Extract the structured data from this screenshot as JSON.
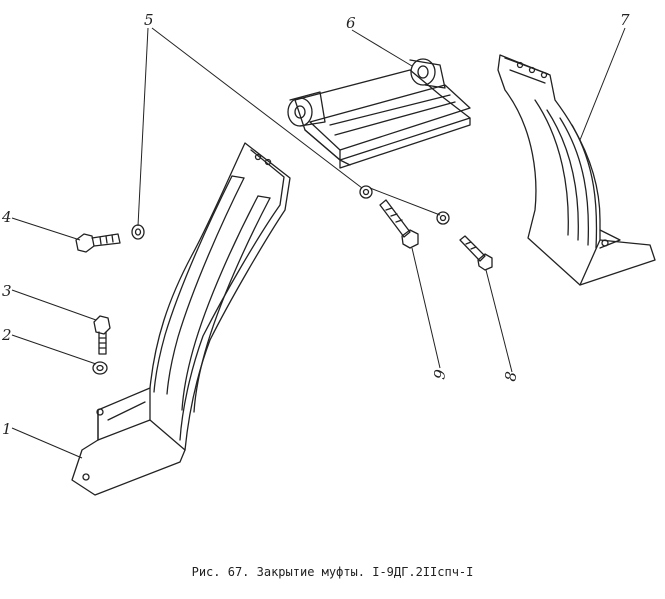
{
  "figure": {
    "caption": "Рис. 67. Закрытие муфты. I-9ДГ.2IIспч-I",
    "callouts": {
      "c1": "1",
      "c2": "2",
      "c3": "3",
      "c4": "4",
      "c5": "5",
      "c6": "6",
      "c7": "7",
      "c8": "8",
      "c9": "9"
    }
  },
  "colors": {
    "ink": "#222222",
    "paper": "#ffffff"
  }
}
